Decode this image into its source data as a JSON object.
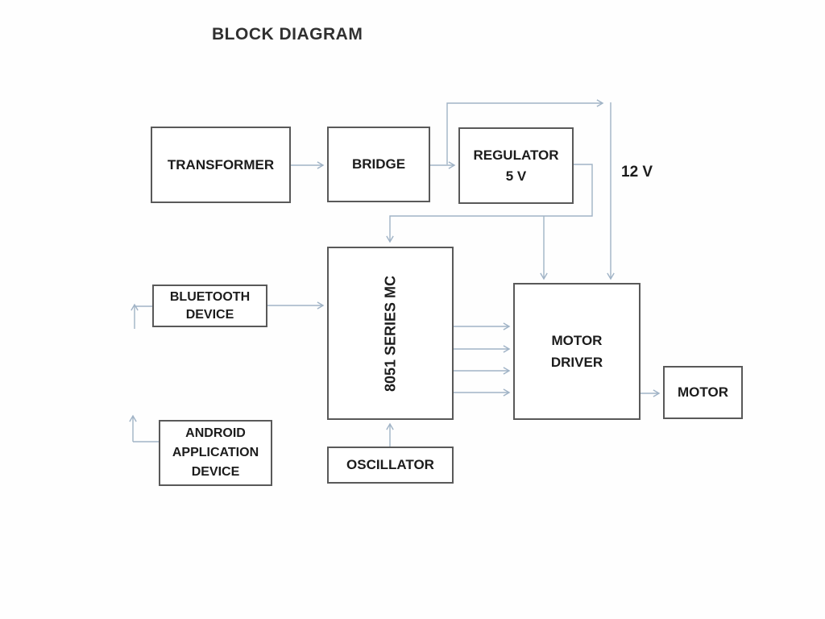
{
  "title": "BLOCK DIAGRAM",
  "labels": {
    "transformer": "TRANSFORMER",
    "bridge": "BRIDGE",
    "regulator": "REGULATOR\n5 V",
    "bluetooth": "BLUETOOTH\nDEVICE",
    "mcu": "8051 SERIES MC",
    "motor_driver": "MOTOR\nDRIVER",
    "motor": "MOTOR",
    "android": "ANDROID\nAPPLICATION\nDEVICE",
    "oscillator": "OSCILLATOR",
    "voltage": "12 V"
  },
  "edges": [
    {
      "from": "transformer",
      "to": "bridge"
    },
    {
      "from": "bridge",
      "to": "regulator-5v"
    },
    {
      "from": "bridge-output-junction",
      "to": "motor-driver",
      "note": "12 V supply line"
    },
    {
      "from": "regulator-5v",
      "to": "8051-series-mc"
    },
    {
      "from": "regulator-5v",
      "to": "motor-driver"
    },
    {
      "from": "bluetooth-device",
      "to": "8051-series-mc"
    },
    {
      "from": "external-input",
      "to": "bluetooth-device",
      "note": "upward arrow stub"
    },
    {
      "from": "external-input",
      "to": "android-application-device",
      "note": "upward arrow stub"
    },
    {
      "from": "8051-series-mc",
      "to": "motor-driver",
      "count": 4
    },
    {
      "from": "oscillator",
      "to": "8051-series-mc"
    },
    {
      "from": "motor-driver",
      "to": "motor"
    }
  ],
  "colors": {
    "connector": "#a0b3c6",
    "box_border": "#595959",
    "text": "#1c1c1c",
    "background": "#ffffff"
  }
}
